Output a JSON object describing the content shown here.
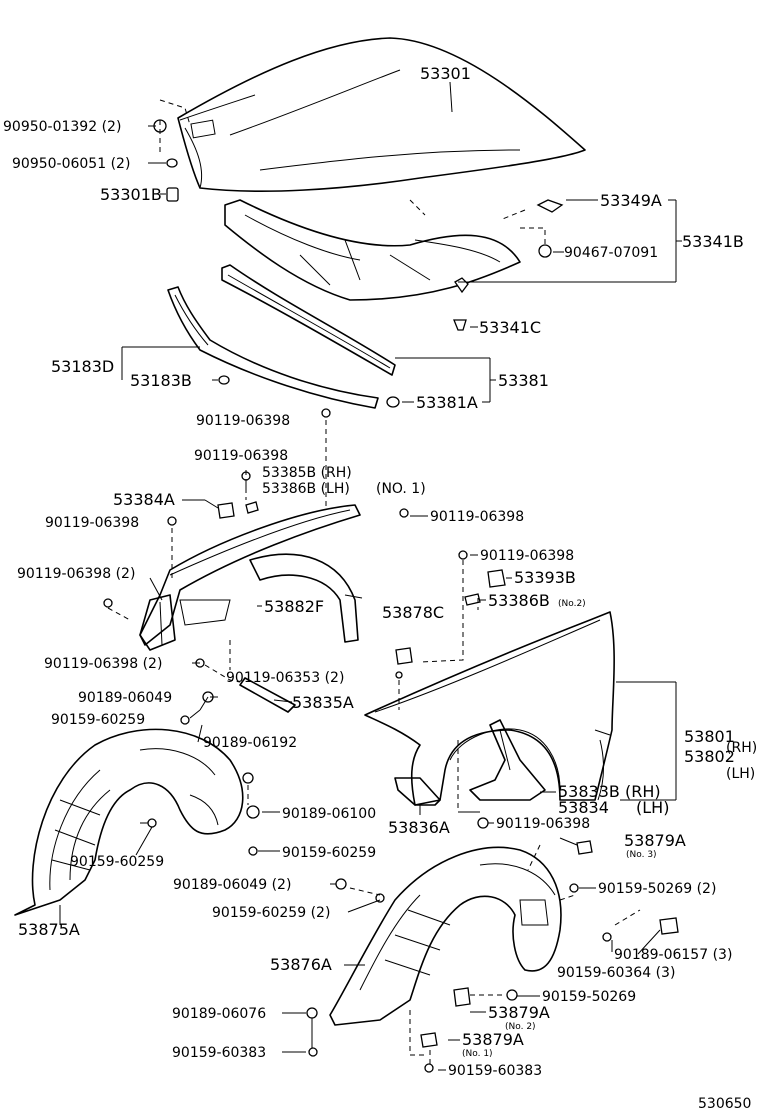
{
  "diagram_id": "530650",
  "labels": {
    "hood": "53301",
    "hood_bolt": "90950-01392 (2)",
    "hood_cushion": "90950-06051 (2)",
    "hood_bumper": "53301B",
    "hood_lock_hook": "53349A",
    "hood_nut": "90467-07091",
    "hood_insulator_set": "53341B",
    "insulator_clip": "53341C",
    "seal_side": "53183D",
    "seal_side_b": "53183B",
    "seal_front": "53381",
    "seal_clip": "53381A",
    "bolt_a": "90119-06398",
    "bolt_b": "90119-06398",
    "bracket_rh": "53385B (RH)",
    "bracket_lh": "53386B (LH)",
    "no1": "(NO. 1)",
    "bracket_53384a": "53384A",
    "bolt_c": "90119-06398",
    "bolt_d": "90119-06398",
    "bolt_e": "90119-06398 (2)",
    "bolt_f": "90119-06398",
    "bracket_53393b": "53393B",
    "bracket_53386b_no2": "53386B",
    "no2_tag": "(No.2)",
    "seal_53882f": "53882F",
    "cover_53878c": "53878C",
    "bolt_g": "90119-06398 (2)",
    "bolt_h": "90119-06353 (2)",
    "clip_90189_06049": "90189-06049",
    "seal_53835a": "53835A",
    "clip_90159_60259_a": "90159-60259",
    "clip_90189_06192": "90189-06192",
    "fender_rh_part": "53801",
    "fender_lh_part": "53802",
    "rh": "(RH)",
    "lh": "(LH)",
    "bracket_53833b": "53833B (RH)",
    "bracket_53834": "53834",
    "bracket_53834_lh": "(LH)",
    "clip_90189_06100": "90189-06100",
    "bracket_53836a": "53836A",
    "bolt_i": "90119-06398",
    "clip_90159_60259_b": "90159-60259",
    "clip_90159_60259_c": "90159-60259",
    "seal_53879a_no3": "53879A",
    "no3_tag": "(No. 3)",
    "liner_53875a": "53875A",
    "clip_90189_06049_2": "90189-06049 (2)",
    "clip_90159_50269_2": "90159-50269 (2)",
    "clip_90159_60259_2": "90159-60259 (2)",
    "clip_90189_06157_3": "90189-06157 (3)",
    "liner_53876a": "53876A",
    "clip_90159_60364_3": "90159-60364 (3)",
    "clip_90159_50269": "90159-50269",
    "clip_90189_06076": "90189-06076",
    "seal_53879a_no2": "53879A",
    "no2_tag_b": "(No. 2)",
    "clip_90159_60383_a": "90159-60383",
    "seal_53879a_no1": "53879A",
    "no1_tag": "(No. 1)",
    "clip_90159_60383_b": "90159-60383"
  }
}
